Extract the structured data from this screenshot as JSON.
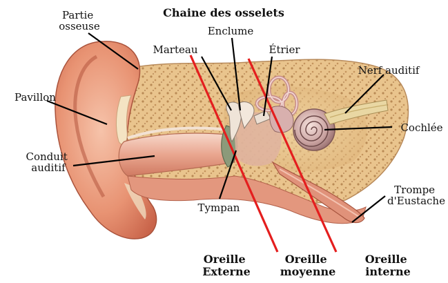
{
  "title": "Chaine des osselets",
  "labels": {
    "partie_osseuse": [
      "Partie",
      "osseuse"
    ],
    "enclume": "Enclume",
    "marteau": "Marteau",
    "etrier": "Étrier",
    "nerf_auditif": "Nerf auditif",
    "pavillon": "Pavillon",
    "cochlee": "Cochlée",
    "conduit_auditif": [
      "Conduit",
      "auditif"
    ],
    "trompe": [
      "Trompe",
      "d'Eustache"
    ],
    "tympan": "Tympan"
  },
  "zones": {
    "externe": [
      "Oreille",
      "Externe"
    ],
    "moyenne": [
      "Oreille",
      "moyenne"
    ],
    "interne": [
      "Oreille",
      "interne"
    ]
  },
  "colors": {
    "divider": "#e41e1e",
    "skin": "#e89b7e",
    "bone": "#e9c48d",
    "canal": "#f4cfc0"
  }
}
